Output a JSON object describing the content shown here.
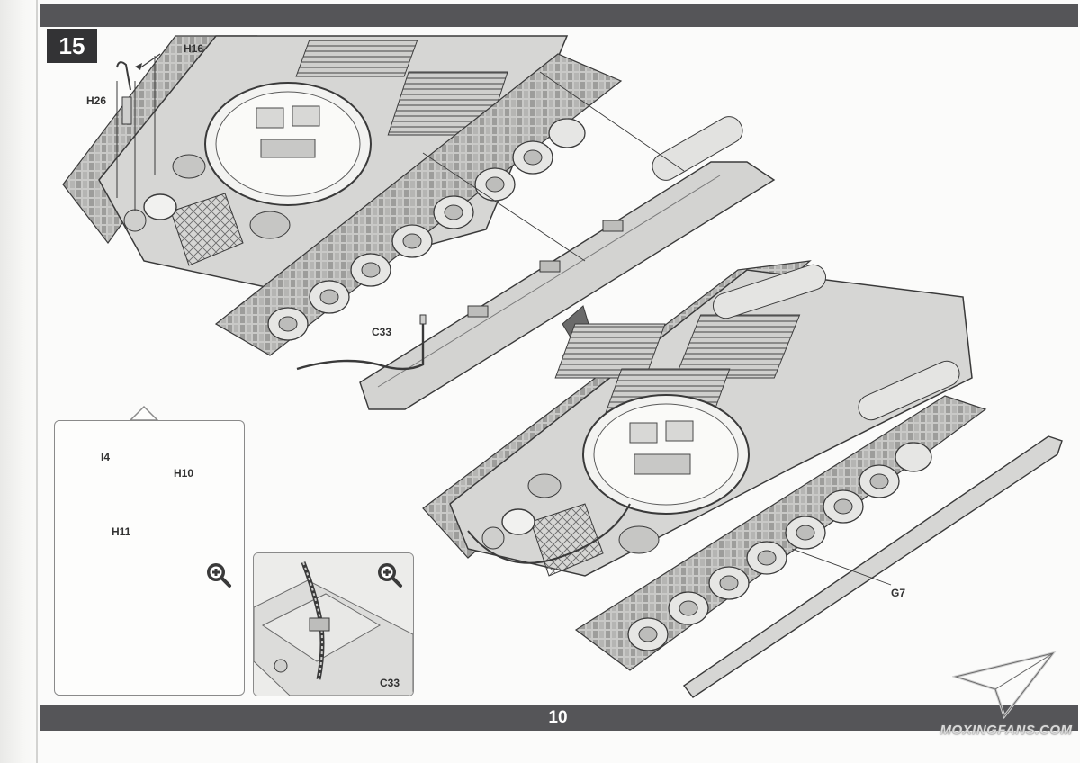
{
  "step": {
    "number": "15"
  },
  "page": {
    "number": "10"
  },
  "labels": {
    "h16": "H16",
    "h26": "H26",
    "c33": "C33",
    "i4": "I4",
    "h10": "H10",
    "h11": "H11",
    "g7": "G7",
    "c33_detail": "C33"
  },
  "watermark": {
    "text": "MOXINGFANS.COM"
  },
  "icons": {
    "zoom": "zoom-plus-icon",
    "arrow": "assembly-arrow-icon",
    "logo": "paper-plane-logo-icon"
  },
  "colors": {
    "bar": "#555558",
    "badge": "#333335",
    "hull": "#d4d4d2",
    "line": "#3a3a3a"
  }
}
